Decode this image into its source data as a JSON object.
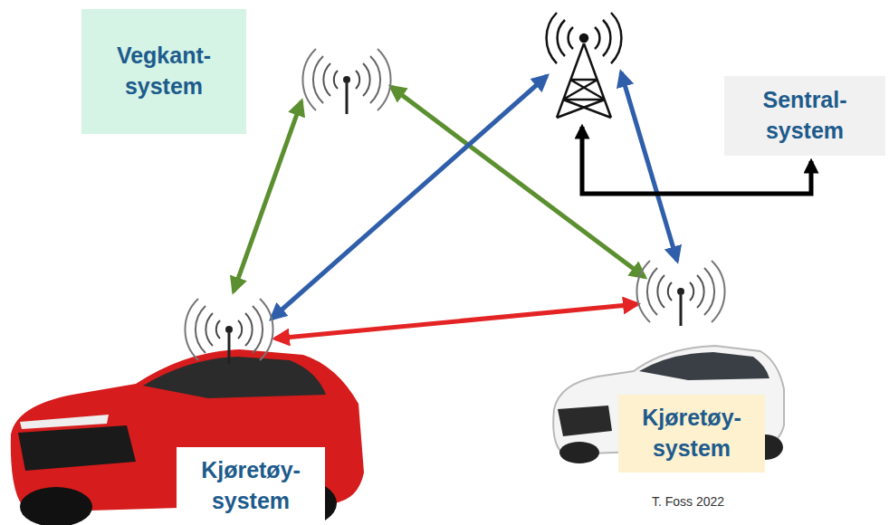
{
  "diagram": {
    "nodes": [
      {
        "text": [
          "Vegkant- system"
        ]
      },
      {
        "text": [
          "Sentral- system"
        ]
      },
      {
        "text": [
          "Kjøretøy- system"
        ]
      },
      {
        "text": [
          "Kjøretøy- system"
        ]
      }
    ],
    "labels": [
      "T. Foss 2022"
    ]
  }
}
